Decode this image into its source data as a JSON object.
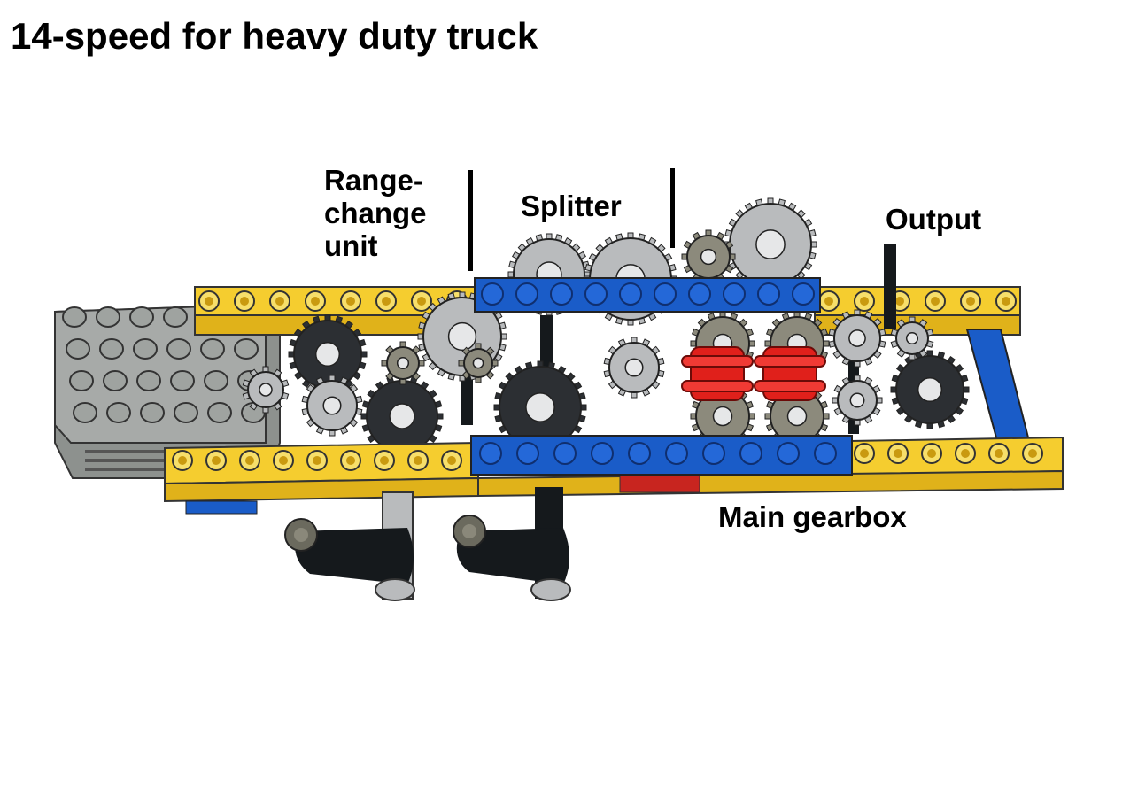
{
  "title": "14-speed for heavy duty truck",
  "labels": {
    "range_change": "Range-\nchange\nunit",
    "splitter": "Splitter",
    "output": "Output",
    "main_gearbox": "Main gearbox"
  },
  "colors": {
    "beam_yellow": "#f5cd2f",
    "beam_blue": "#1a5cc8",
    "gear_red": "#e0201b",
    "gear_grey": "#b9bbbd",
    "gear_dark": "#2c2f33",
    "motor_grey": "#8d918e",
    "axle_black": "#15191c"
  }
}
